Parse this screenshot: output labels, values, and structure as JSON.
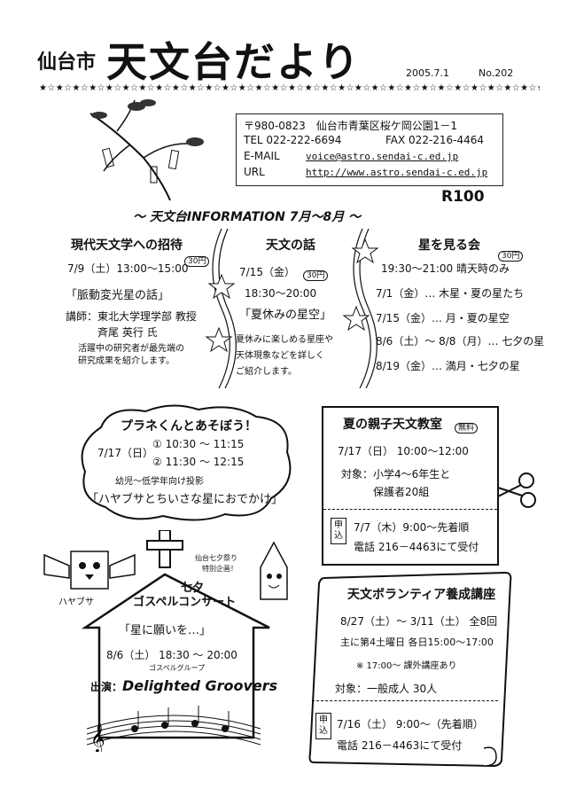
{
  "masthead": {
    "city": "仙台市",
    "title": "天文台だより",
    "date": "2005.7.1",
    "issue": "No.202",
    "stars": "★☆★☆★☆★☆★☆★☆★☆★☆★☆★☆★☆★☆★☆★☆★☆★☆★☆★☆★☆★☆★☆★☆★☆★☆★☆★☆★☆★☆★☆★☆★☆★☆"
  },
  "contact": {
    "address": "〒980-0823　仙台市青葉区桜ケ岡公園1－1",
    "tel": "TEL 022-222-6694",
    "fax": "FAX 022-216-4464",
    "email_label": "E-MAIL",
    "email": "voice@astro.sendai-c.ed.jp",
    "url_label": "URL",
    "url": "http://www.astro.sendai-c.ed.jp",
    "r100": "R100"
  },
  "info_header": "～ 天文台INFORMATION 7月～8月 ～",
  "modern": {
    "title": "現代天文学への招待",
    "badge": "30円",
    "date": "7/9（土）13:00～15:00",
    "talk": "「脈動変光星の話」",
    "speaker1": "講師：東北大学理学部 教授",
    "speaker2": "斉尾 英行 氏",
    "note1": "活躍中の研究者が最先端の",
    "note2": "研究成果を紹介します。"
  },
  "story": {
    "title": "天文の話",
    "date": "7/15（金）",
    "badge": "30円",
    "time": "18:30～20:00",
    "talk": "「夏休みの星空」",
    "note1": "夏休みに楽しめる星座や",
    "note2": "天体現象などを詳しく",
    "note3": "ご紹介します。"
  },
  "observe": {
    "title": "星を見る会",
    "badge": "30円",
    "time": "19:30～21:00 晴天時のみ",
    "l1": "7/1（金）… 木星・夏の星たち",
    "l2": "7/15（金）… 月・夏の星空",
    "l3": "8/6（土）～ 8/8（月）… 七夕の星",
    "l4": "8/19（金）… 満月・七夕の星"
  },
  "planekun": {
    "title": "プラネくんとあそぼう！",
    "date": "7/17（日）",
    "slot1": "① 10:30 ～ 11:15",
    "slot2": "② 11:30 ～ 12:15",
    "audience": "幼児～低学年向け投影",
    "program": "「ハヤブサとちいさな星におでかけ」"
  },
  "oyako": {
    "title": "夏の親子天文教室",
    "badge": "無料",
    "date": "7/17（日） 10:00～12:00",
    "target1": "対象：小学4～6年生と",
    "target2": "保護者20組",
    "apply_label": "申込",
    "apply1": "7/7（木）9:00～先着順",
    "apply2": "電話 216－4463にて受付"
  },
  "gospel": {
    "tanabata": "七夕",
    "concert": "ゴスペルコンサート",
    "special1": "仙台七夕祭り",
    "special2": "特別企画！",
    "subtitle": "「星に願いを…」",
    "date": "8/6（土） 18:30 ～ 20:00",
    "group_kana": "ゴスペルグループ",
    "performer_label": "出演：",
    "performer": "Delighted Groovers",
    "hayabusa": "ハヤブサ"
  },
  "volunteer": {
    "title": "天文ボランティア養成講座",
    "date": "8/27（土）～ 3/11（土） 全8回",
    "schedule": "主に第4土曜日 各日15:00～17:00",
    "note": "※ 17:00～ 課外講座あり",
    "target": "対象：一般成人 30人",
    "apply_label": "申込",
    "apply1": "7/16（土） 9:00～（先着順）",
    "apply2": "電話 216－4463にて受付"
  }
}
